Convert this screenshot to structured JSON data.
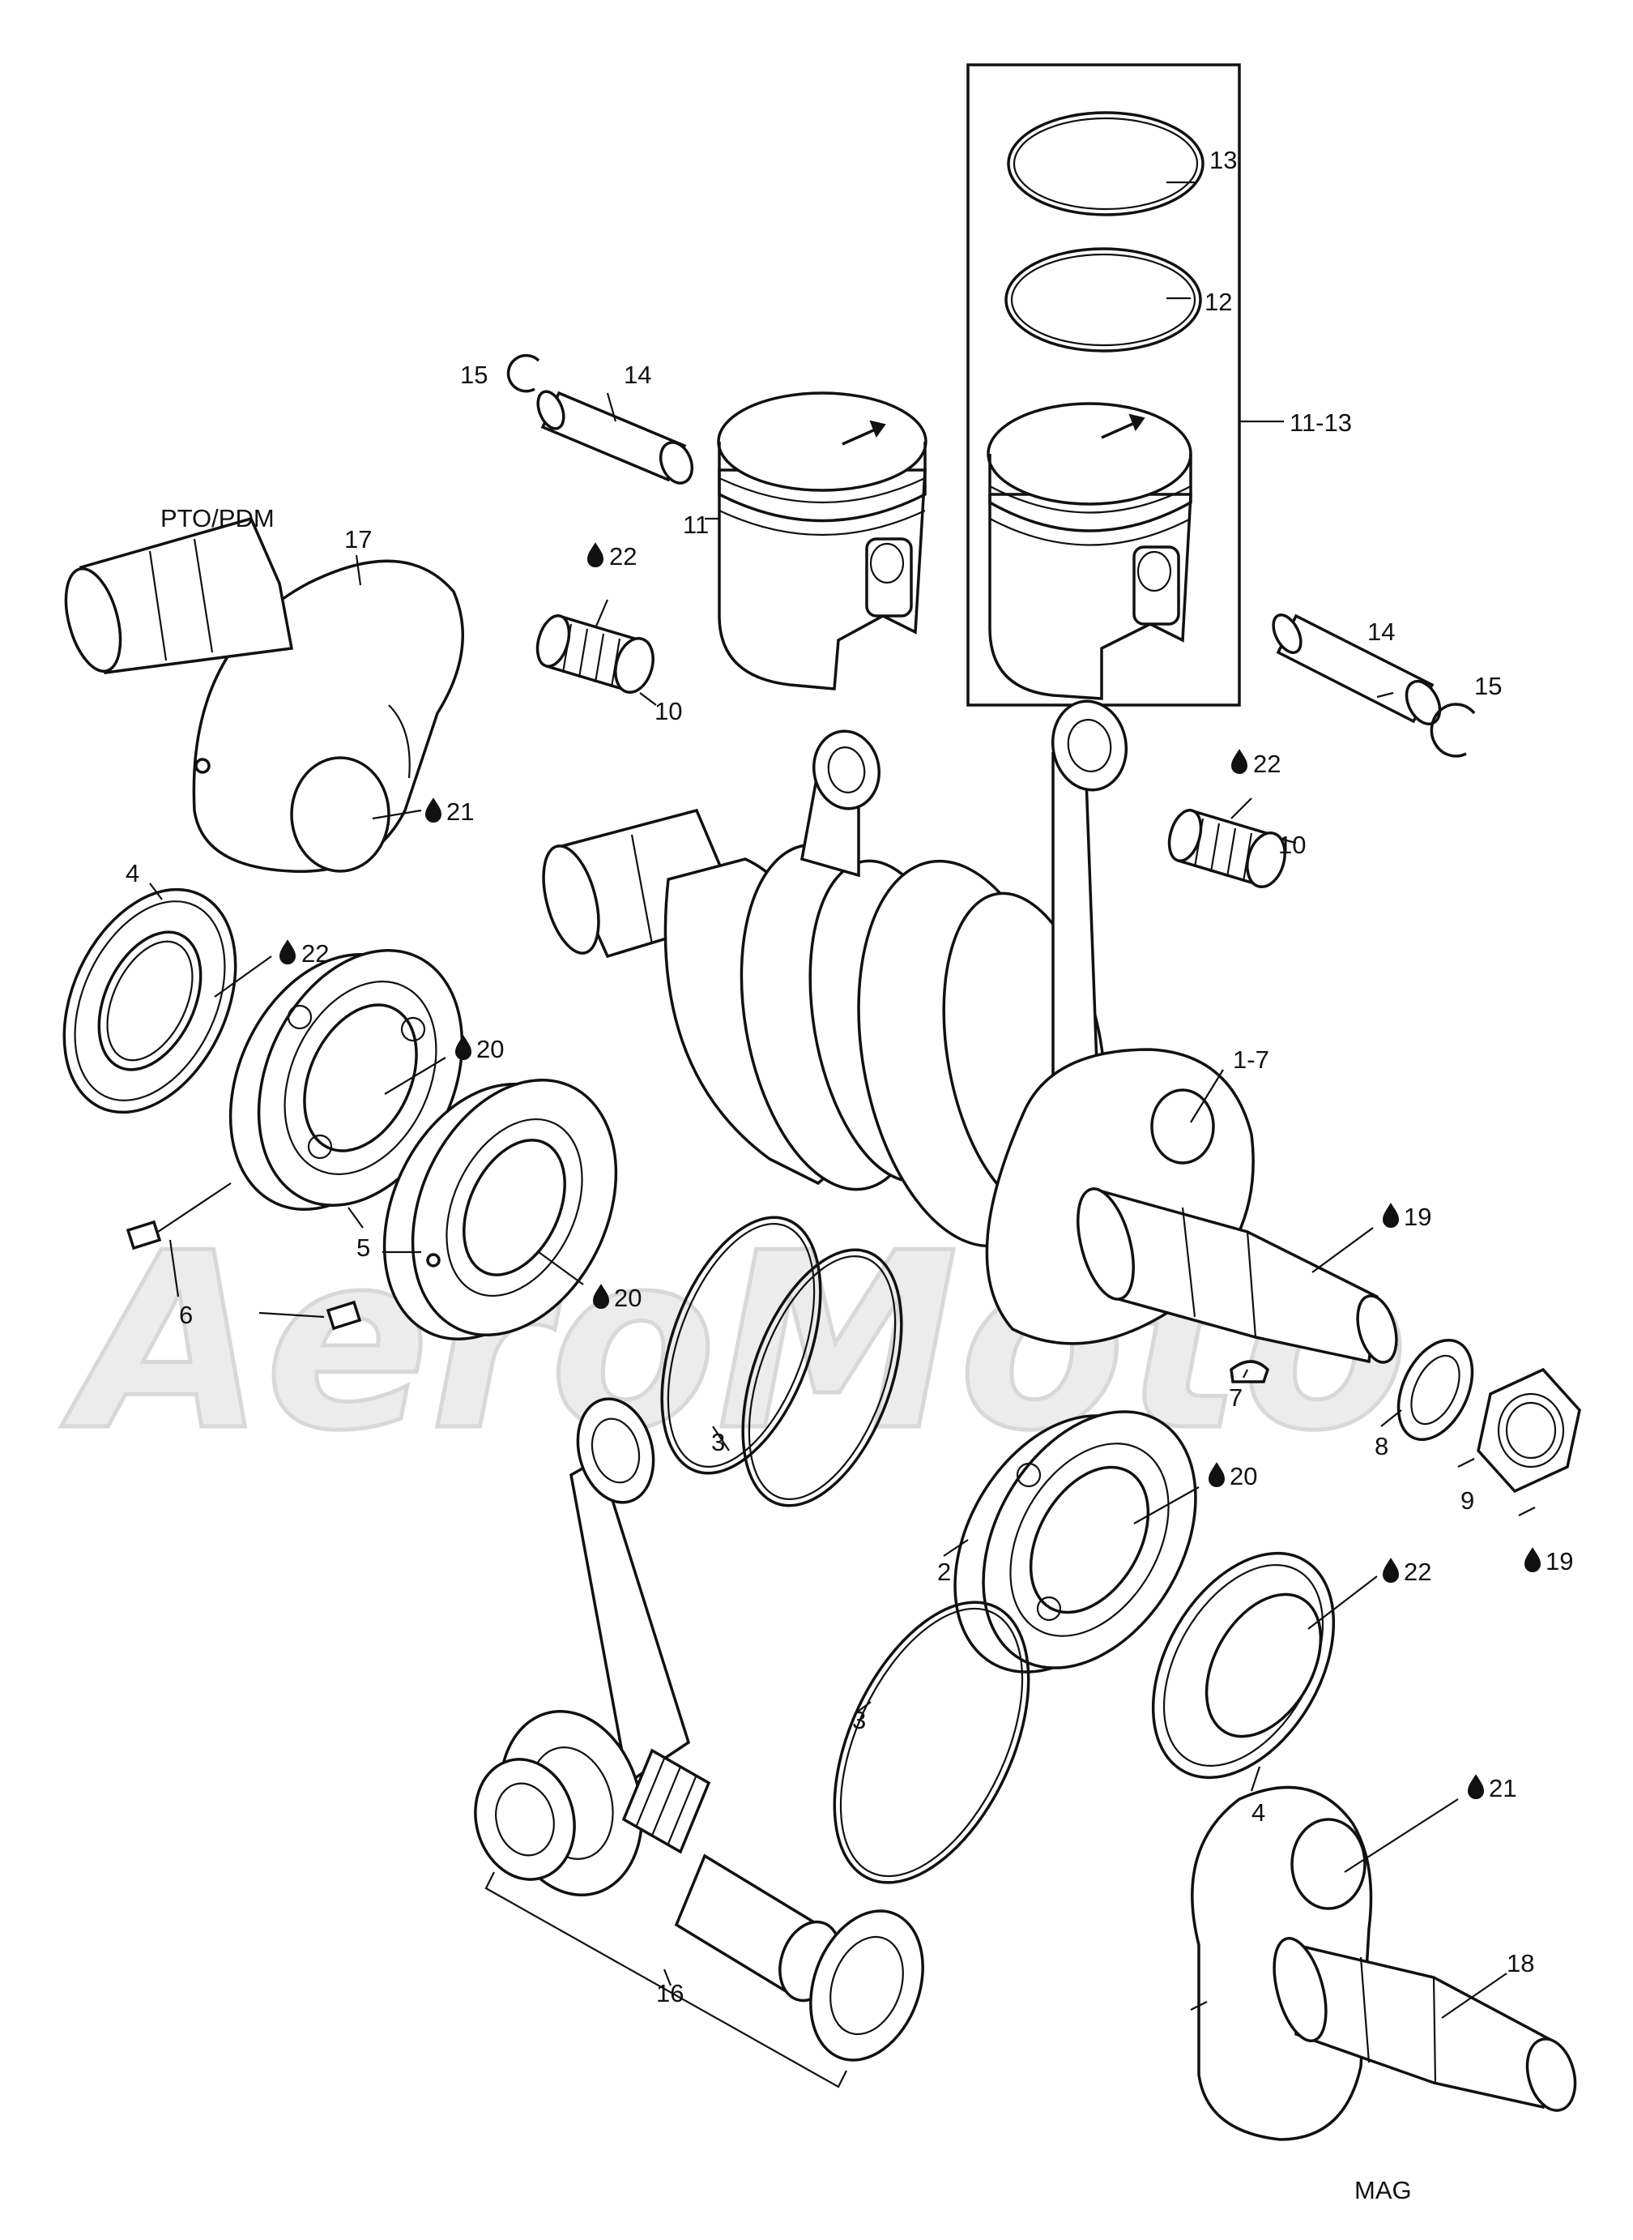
{
  "watermark": "AeroMoto",
  "side_labels": {
    "pto": "PTO/PDM",
    "mag": "MAG"
  },
  "callouts": [
    {
      "id": "c13",
      "text": "13"
    },
    {
      "id": "c12",
      "text": "12"
    },
    {
      "id": "c11-13",
      "text": "11-13"
    },
    {
      "id": "c15a",
      "text": "15"
    },
    {
      "id": "c14a",
      "text": "14"
    },
    {
      "id": "c11",
      "text": "11"
    },
    {
      "id": "c17",
      "text": "17"
    },
    {
      "id": "c22a",
      "text": "22"
    },
    {
      "id": "c10a",
      "text": "10"
    },
    {
      "id": "c14b",
      "text": "14"
    },
    {
      "id": "c15b",
      "text": "15"
    },
    {
      "id": "c22b",
      "text": "22"
    },
    {
      "id": "c10b",
      "text": "10"
    },
    {
      "id": "c21a",
      "text": "21"
    },
    {
      "id": "c4a",
      "text": "4"
    },
    {
      "id": "c22c",
      "text": "22"
    },
    {
      "id": "c20a",
      "text": "20"
    },
    {
      "id": "c1-7",
      "text": "1-7"
    },
    {
      "id": "c5",
      "text": "5"
    },
    {
      "id": "c6",
      "text": "6"
    },
    {
      "id": "c20b",
      "text": "20"
    },
    {
      "id": "c19a",
      "text": "19"
    },
    {
      "id": "c7",
      "text": "7"
    },
    {
      "id": "c3a",
      "text": "3"
    },
    {
      "id": "c8",
      "text": "8"
    },
    {
      "id": "c9",
      "text": "9"
    },
    {
      "id": "c19b",
      "text": "19"
    },
    {
      "id": "c20c",
      "text": "20"
    },
    {
      "id": "c2",
      "text": "2"
    },
    {
      "id": "c22d",
      "text": "22"
    },
    {
      "id": "c3b",
      "text": "3"
    },
    {
      "id": "c4b",
      "text": "4"
    },
    {
      "id": "c21b",
      "text": "21"
    },
    {
      "id": "c16",
      "text": "16"
    },
    {
      "id": "c18",
      "text": "18"
    }
  ]
}
